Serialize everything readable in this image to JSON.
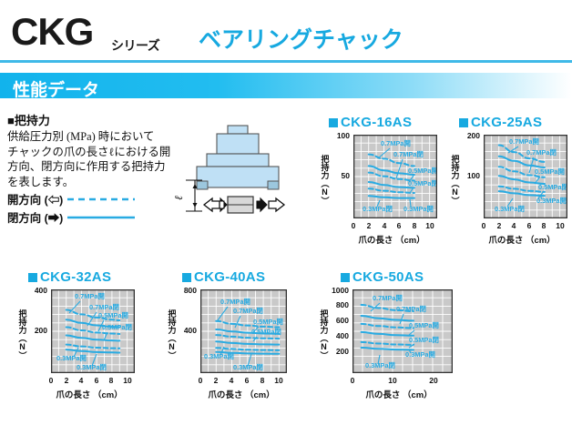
{
  "header": {
    "logo": "CKG",
    "series": "シリーズ",
    "title": "ベアリングチャック"
  },
  "section": {
    "title": "性能データ"
  },
  "description": {
    "heading": "■把持力",
    "lines": [
      "供給圧力別 (MPa) 時において",
      "チャックの爪の長さℓにおける開",
      "方向、閉方向に作用する把持力",
      "を表します。"
    ],
    "legend": [
      {
        "label": "開方向 (⇦)",
        "style": "dashed"
      },
      {
        "label": "閉方向 (➡)",
        "style": "solid"
      }
    ]
  },
  "diagram": {
    "dimension_label": "ℓ",
    "name": "bearing-chuck-cross-section"
  },
  "chart_data": [
    {
      "id": "ckg-16as",
      "type": "line",
      "title": "CKG-16AS",
      "xlabel": "爪の長さ （cm）",
      "ylabel": "把持力（N）",
      "xticks": [
        0,
        2,
        4,
        6,
        8,
        10
      ],
      "yticks": [
        50,
        100
      ],
      "xlim": [
        0,
        11
      ],
      "ylim": [
        0,
        115
      ],
      "grid": true,
      "legend_position": "inline-annotations",
      "series": [
        {
          "name": "0.7MPa開",
          "style": "dashed",
          "x": [
            2,
            4,
            6,
            8
          ],
          "y": [
            88,
            82,
            76,
            72
          ]
        },
        {
          "name": "0.7MPa閉",
          "style": "solid",
          "x": [
            2,
            4,
            6,
            8
          ],
          "y": [
            72,
            66,
            62,
            60
          ]
        },
        {
          "name": "0.5MPa開",
          "style": "dashed",
          "x": [
            2,
            4,
            6,
            8
          ],
          "y": [
            63,
            58,
            54,
            52
          ]
        },
        {
          "name": "0.5MPa閉",
          "style": "solid",
          "x": [
            2,
            4,
            6,
            8
          ],
          "y": [
            50,
            46,
            43,
            42
          ]
        },
        {
          "name": "0.3MPa開",
          "style": "dashed",
          "x": [
            2,
            4,
            6,
            8
          ],
          "y": [
            41,
            38,
            36,
            35
          ]
        },
        {
          "name": "0.3MPa閉",
          "style": "solid",
          "x": [
            2,
            4,
            6,
            8
          ],
          "y": [
            31,
            29,
            28,
            28
          ]
        }
      ]
    },
    {
      "id": "ckg-25as",
      "type": "line",
      "title": "CKG-25AS",
      "xlabel": "爪の長さ （cm）",
      "ylabel": "把持力（N）",
      "xticks": [
        0,
        2,
        4,
        6,
        8,
        10
      ],
      "yticks": [
        100,
        200
      ],
      "xlim": [
        0,
        11
      ],
      "ylim": [
        0,
        240
      ],
      "grid": true,
      "legend_position": "inline-annotations",
      "series": [
        {
          "name": "0.7MPa開",
          "style": "dashed",
          "x": [
            2,
            4,
            6,
            8
          ],
          "y": [
            210,
            190,
            172,
            162
          ]
        },
        {
          "name": "0.7MPa閉",
          "style": "solid",
          "x": [
            2,
            4,
            6,
            8
          ],
          "y": [
            178,
            165,
            152,
            146
          ]
        },
        {
          "name": "0.5MPa開",
          "style": "dashed",
          "x": [
            2,
            4,
            6,
            8
          ],
          "y": [
            148,
            135,
            124,
            118
          ]
        },
        {
          "name": "0.5MPa閉",
          "style": "solid",
          "x": [
            2,
            4,
            6,
            8
          ],
          "y": [
            122,
            112,
            103,
            99
          ]
        },
        {
          "name": "0.3MPa開",
          "style": "dashed",
          "x": [
            2,
            4,
            6,
            8
          ],
          "y": [
            92,
            85,
            79,
            76
          ]
        },
        {
          "name": "0.3MPa閉",
          "style": "solid",
          "x": [
            2,
            4,
            6,
            8
          ],
          "y": [
            78,
            72,
            67,
            65
          ]
        }
      ]
    },
    {
      "id": "ckg-32as",
      "type": "line",
      "title": "CKG-32AS",
      "xlabel": "爪の長さ （cm）",
      "ylabel": "把持力（N）",
      "xticks": [
        0,
        2,
        4,
        6,
        8,
        10
      ],
      "yticks": [
        200,
        400
      ],
      "xlim": [
        0,
        11
      ],
      "ylim": [
        0,
        470
      ],
      "grid": true,
      "legend_position": "inline-annotations",
      "series": [
        {
          "name": "0.7MPa開",
          "style": "dashed",
          "x": [
            2,
            4,
            6,
            8,
            9
          ],
          "y": [
            355,
            330,
            312,
            300,
            296
          ]
        },
        {
          "name": "0.7MPa閉",
          "style": "solid",
          "x": [
            2,
            4,
            6,
            8,
            9
          ],
          "y": [
            300,
            282,
            268,
            260,
            258
          ]
        },
        {
          "name": "0.5MPa開",
          "style": "dashed",
          "x": [
            2,
            4,
            6,
            8,
            9
          ],
          "y": [
            258,
            240,
            228,
            222,
            220
          ]
        },
        {
          "name": "0.5MPa閉",
          "style": "solid",
          "x": [
            2,
            4,
            6,
            8,
            9
          ],
          "y": [
            212,
            198,
            188,
            183,
            182
          ]
        },
        {
          "name": "0.3MPa開",
          "style": "dashed",
          "x": [
            2,
            4,
            6,
            8,
            9
          ],
          "y": [
            160,
            150,
            143,
            140,
            139
          ]
        },
        {
          "name": "0.3MPa閉",
          "style": "solid",
          "x": [
            2,
            4,
            6,
            8,
            9
          ],
          "y": [
            132,
            124,
            118,
            116,
            115
          ]
        }
      ]
    },
    {
      "id": "ckg-40as",
      "type": "line",
      "title": "CKG-40AS",
      "xlabel": "爪の長さ （cm）",
      "ylabel": "把持力（N）",
      "xticks": [
        0,
        2,
        4,
        6,
        8,
        10
      ],
      "yticks": [
        400,
        800
      ],
      "xlim": [
        0,
        11
      ],
      "ylim": [
        0,
        900
      ],
      "grid": true,
      "legend_position": "inline-annotations",
      "series": [
        {
          "name": "0.7MPa開",
          "style": "dashed",
          "x": [
            2,
            4,
            6,
            8,
            10
          ],
          "y": [
            560,
            530,
            512,
            500,
            494
          ]
        },
        {
          "name": "0.7MPa閉",
          "style": "solid",
          "x": [
            2,
            4,
            6,
            8,
            10
          ],
          "y": [
            470,
            448,
            434,
            426,
            422
          ]
        },
        {
          "name": "0.5MPa開",
          "style": "dashed",
          "x": [
            2,
            4,
            6,
            8,
            10
          ],
          "y": [
            410,
            392,
            380,
            374,
            371
          ]
        },
        {
          "name": "0.5MPa閉",
          "style": "solid",
          "x": [
            2,
            4,
            6,
            8,
            10
          ],
          "y": [
            340,
            324,
            314,
            309,
            307
          ]
        },
        {
          "name": "0.3MPa開",
          "style": "dashed",
          "x": [
            2,
            4,
            6,
            8,
            10
          ],
          "y": [
            272,
            260,
            252,
            248,
            246
          ]
        },
        {
          "name": "0.3MPa閉",
          "style": "solid",
          "x": [
            2,
            4,
            6,
            8,
            10
          ],
          "y": [
            228,
            218,
            212,
            209,
            208
          ]
        }
      ]
    },
    {
      "id": "ckg-50as",
      "type": "line",
      "title": "CKG-50AS",
      "xlabel": "爪の長さ （cm）",
      "ylabel": "把持力（N）",
      "xticks": [
        0,
        10,
        20
      ],
      "yticks": [
        200,
        400,
        600,
        800,
        1000
      ],
      "xlim": [
        0,
        23
      ],
      "ylim": [
        0,
        1080
      ],
      "grid": true,
      "legend_position": "inline-annotations",
      "series": [
        {
          "name": "0.7MPa開",
          "style": "dashed",
          "x": [
            2,
            6,
            10,
            14
          ],
          "y": [
            880,
            840,
            812,
            798
          ]
        },
        {
          "name": "0.7MPa閉",
          "style": "solid",
          "x": [
            2,
            6,
            10,
            14
          ],
          "y": [
            740,
            708,
            686,
            676
          ]
        },
        {
          "name": "0.5MPa開",
          "style": "dashed",
          "x": [
            2,
            6,
            10,
            14
          ],
          "y": [
            635,
            608,
            590,
            580
          ]
        },
        {
          "name": "0.5MPa閉",
          "style": "solid",
          "x": [
            2,
            6,
            10,
            14
          ],
          "y": [
            530,
            506,
            490,
            484
          ]
        },
        {
          "name": "0.3MPa開",
          "style": "dashed",
          "x": [
            2,
            6,
            10,
            14
          ],
          "y": [
            400,
            382,
            370,
            365
          ]
        },
        {
          "name": "0.3MPa閉",
          "style": "solid",
          "x": [
            2,
            6,
            10,
            14
          ],
          "y": [
            328,
            314,
            304,
            300
          ]
        }
      ]
    }
  ],
  "colors": {
    "accent": "#17a9e0",
    "curve": "#29abe2",
    "plot_bg": "#c9c9c9",
    "grid": "#ffffff",
    "axis": "#333333",
    "text": "#111111"
  }
}
